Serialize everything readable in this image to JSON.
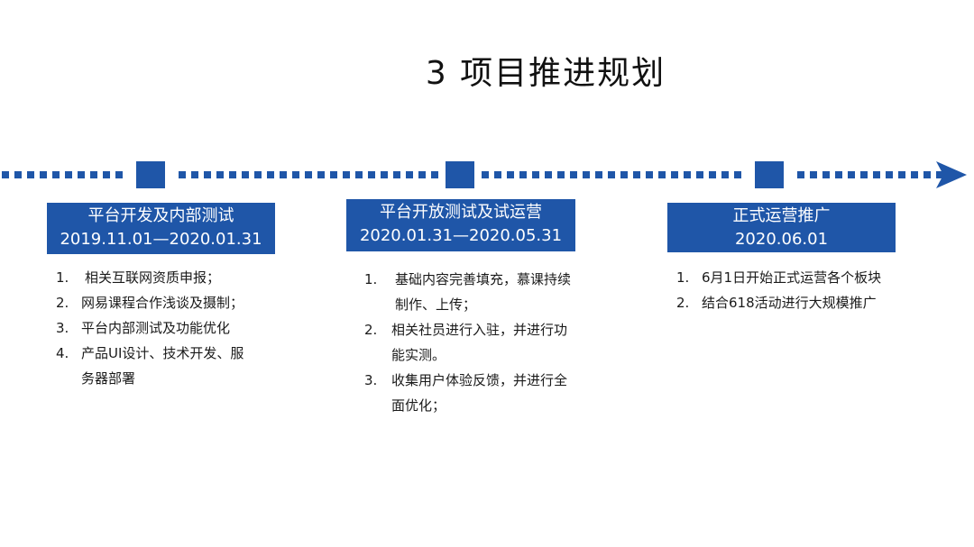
{
  "title": "3 项目推进规划",
  "colors": {
    "accent": "#1f56a8",
    "text": "#1a1a1a"
  },
  "phases": [
    {
      "name": "平台开发及内部测试",
      "date": "2019.11.01—2020.01.31",
      "items": [
        {
          "num": "1.",
          "text": "相关互联网资质申报；"
        },
        {
          "num": "2.",
          "text": "网易课程合作浅谈及摄制；"
        },
        {
          "num": "3.",
          "text": "平台内部测试及功能优化"
        },
        {
          "num": "4.",
          "text": "产品UI设计、技术开发、服务器部署"
        }
      ]
    },
    {
      "name": "平台开放测试及试运营",
      "date": "2020.01.31—2020.05.31",
      "items": [
        {
          "num": "1.",
          "text": "基础内容完善填充，慕课持续制作、上传；"
        },
        {
          "num": "2.",
          "text": "相关社员进行入驻，并进行功能实测。"
        },
        {
          "num": "3.",
          "text": "收集用户体验反馈，并进行全面优化；"
        }
      ]
    },
    {
      "name": "正式运营推广",
      "date": "2020.06.01",
      "items": [
        {
          "num": "1.",
          "text": "6月1日开始正式运营各个板块"
        },
        {
          "num": "2.",
          "text": "结合618活动进行大规模推广"
        }
      ]
    }
  ]
}
